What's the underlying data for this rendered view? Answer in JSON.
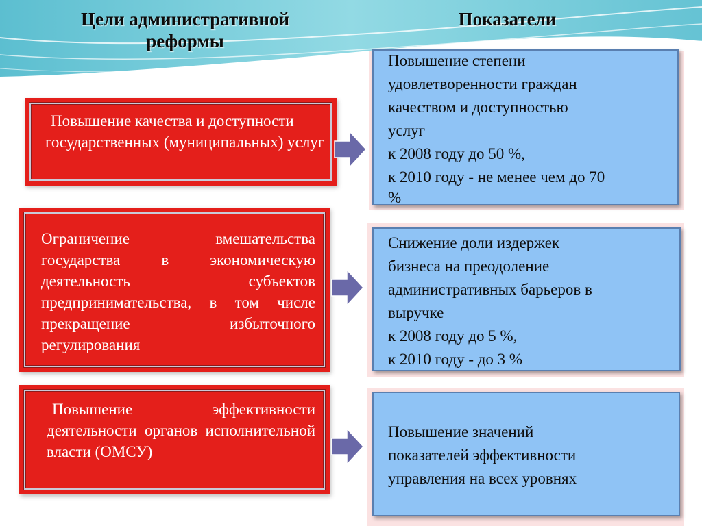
{
  "headers": {
    "goals": "Цели административной реформы",
    "indicators": "Показатели"
  },
  "goals": [
    "Повышение качества и доступности государственных (муниципальных) услуг",
    "Ограничение вмешательства государства в экономическую деятельность субъектов предпринимательства, в том числе прекращение избыточного регулирования",
    "Повышение эффективности деятельности органов исполнительной власти (ОМСУ)"
  ],
  "indicators": [
    {
      "lines": [
        " Повышение степени",
        "удовлетворенности граждан",
        "качеством и доступностью",
        "услуг",
        "к 2008 году до 50 %,",
        "к 2010 году - не менее чем до 70",
        "%"
      ]
    },
    {
      "lines": [
        " Снижение доли издержек",
        "бизнеса на преодоление",
        "административных барьеров в",
        "выручке",
        "к 2008 году до 5 %,",
        "к 2010 году - до 3 %"
      ]
    },
    {
      "lines": [
        " Повышение значений",
        "показателей эффективности",
        "управления на всех уровнях"
      ]
    }
  ],
  "colors": {
    "goal_fill": "#e41f1b",
    "indicator_fill": "#8fc3f5",
    "arrow_fill": "#6a69a8"
  }
}
